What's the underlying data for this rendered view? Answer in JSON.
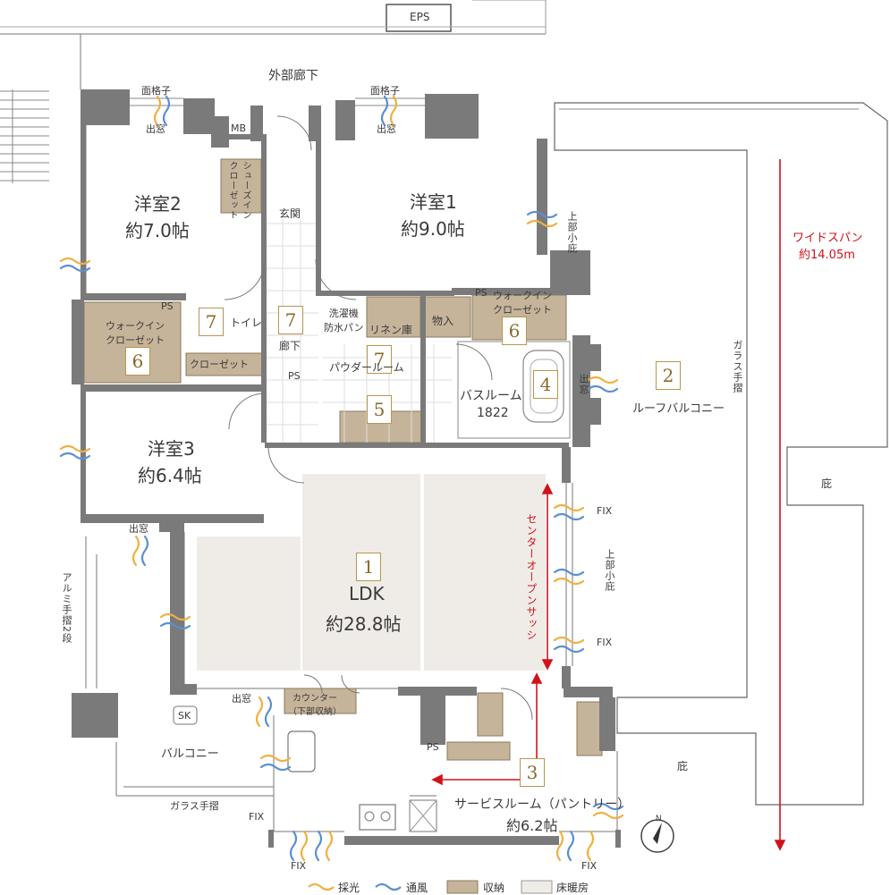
{
  "top": {
    "eps": "EPS",
    "corridor": "外部廊下"
  },
  "rooms": {
    "r1": {
      "name": "洋室1",
      "size": "約9.0帖"
    },
    "r2": {
      "name": "洋室2",
      "size": "約7.0帖"
    },
    "r3": {
      "name": "洋室3",
      "size": "約6.4帖"
    },
    "ldk": {
      "name": "LDK",
      "size": "約28.8帖"
    },
    "service": {
      "name": "サービスルーム（パントリー）",
      "size": "約6.2帖"
    },
    "bath": {
      "name": "バスルーム",
      "size": "1822"
    },
    "powder": "パウダールーム",
    "toilet": "トイレ",
    "hall": "廊下",
    "entrance": "玄関",
    "roof": "ルーフバルコニー",
    "balcony": "バルコニー"
  },
  "storage": {
    "wic_left": "ウォークイン\nクローゼット",
    "wic_right": "ウォークイン\nクローゼット",
    "closet": "クローゼット",
    "shoes": "シューズイン\nクローゼット",
    "linen": "リネン庫",
    "mono": "物入",
    "washer": "洗濯機\n防水パン",
    "counter": "カウンター\n（下部収納）"
  },
  "small": {
    "ps1": "PS",
    "ps2": "PS",
    "ps3": "PS",
    "ps4": "PS",
    "mb": "MB",
    "sk": "SK",
    "grille1": "面格子",
    "grille2": "面格子",
    "bay1": "出窓",
    "bay2": "出窓",
    "bay3": "出窓",
    "bay4": "出窓",
    "bay5": "出窓",
    "fix1": "FIX",
    "fix2": "FIX",
    "fix3": "FIX",
    "fix4": "FIX",
    "eave": "庇",
    "eave2": "庇",
    "upper_eave1": "上部小庇",
    "upper_eave2": "上部小庇",
    "glass_rail_side": "ガラス手摺",
    "glass_rail_bottom": "ガラス手摺",
    "alu_rail": "アルミ手摺2段"
  },
  "callouts": {
    "wide_span": "ワイドスパン",
    "wide_span_value": "約14.05m",
    "center_sash": "センターオープンサッシ"
  },
  "numbers": [
    "1",
    "2",
    "3",
    "4",
    "5",
    "6",
    "6",
    "7",
    "7",
    "7"
  ],
  "legend": {
    "light": "採光",
    "wind": "通風",
    "storage": "収納",
    "floor_heat": "床暖房"
  },
  "colors": {
    "wall": "#7a7a7a",
    "storage": "#c6b49a",
    "floor_heat": "#efece7",
    "accent": "#b8964e",
    "red": "#d0121b",
    "wind": "#5b8fd0",
    "light": "#f0b040"
  }
}
